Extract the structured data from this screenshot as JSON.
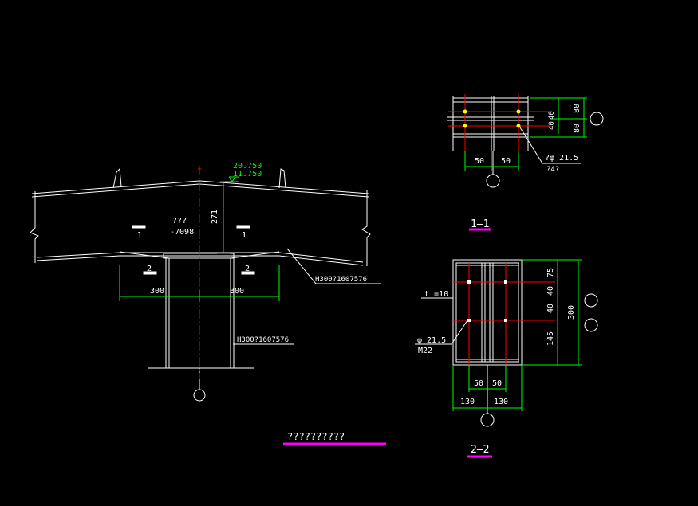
{
  "colors": {
    "background": "#000000",
    "line": "#ffffff",
    "dimension": "#00ff00",
    "centerline": "#ff0000",
    "title_underline": "#ff00ff",
    "bolt": "#ffff00"
  },
  "elevation": {
    "top": "20.750",
    "bottom": "11.750"
  },
  "main_view": {
    "beam_mark_1_left": "1",
    "beam_mark_1_right": "1",
    "center_label": "???",
    "center_value": "-7098",
    "height_dim": "271",
    "section_mark_2_left": "2",
    "section_mark_2_right": "2",
    "dim_left": "300",
    "dim_right": "300",
    "beam_section_label": "H300?1607576",
    "column_section_label": "H300?1607576",
    "title": "??????????"
  },
  "section_1_1": {
    "title": "1—1",
    "dim_v_top": "80",
    "dim_v_bottom": "80",
    "dim_v_inner_a": "40",
    "dim_v_inner_b": "40",
    "dim_h_left": "50",
    "dim_h_right": "50",
    "bolt_label": "?φ 21.5",
    "bolt_sub": "?4?"
  },
  "section_2_2": {
    "title": "2—2",
    "plate_label": "t =10",
    "hole_label": "φ 21.5",
    "bolt_label": "M22",
    "dim_v_top": "75",
    "dim_v_mid1": "40",
    "dim_v_mid2": "40",
    "dim_v_bottom": "145",
    "dim_v_total": "300",
    "dim_h_inner_left": "50",
    "dim_h_inner_right": "50",
    "dim_h_outer_left": "130",
    "dim_h_outer_right": "130"
  }
}
